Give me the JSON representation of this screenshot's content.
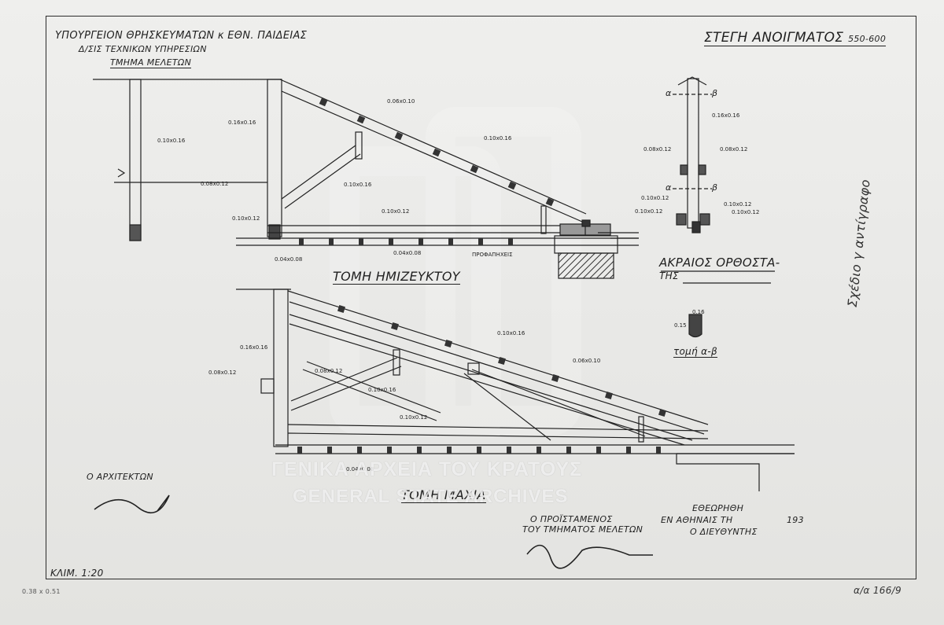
{
  "header": {
    "ministry": "ΥΠΟΥΡΓΕΙΟΝ ΘΡΗΣΚΕΥΜΑΤΩΝ κ ΕΘΝ. ΠΑΙΔΕΙΑΣ",
    "directorate": "Δ/ΣΙΣ ΤΕΧΝΙΚΩΝ ΥΠΗΡΕΣΙΩΝ",
    "department": "ΤΜΗΜΑ ΜΕΛΕΤΩΝ"
  },
  "title": {
    "main": "ΣΤΕΓΗ ΑΝΟΙΓΜΑΤΟΣ",
    "span": "550-600"
  },
  "sections": {
    "upper_title": "ΤΟΜΗ ΗΜΙΖΕΥΚΤΟΥ",
    "lower_title": "ΤΟΜΗ ΜΑΧΙΑ",
    "detail_title_line1": "ΑΚΡΑΙΟΣ ΟΡΘΟΣΤΑ-",
    "detail_title_line2": "ΤΗΣ",
    "section_ab": "τομή α-β"
  },
  "labels_upper": {
    "rafter": "0.06x0.10",
    "post": "0.16x0.16",
    "left_post": "0.10x0.16",
    "strut": "0.10x0.16",
    "brace": "0.10x0.16",
    "left_beam": "0.08x0.12",
    "tie": "0.10x0.12",
    "tie2": "0.10x0.12",
    "floor_left": "0.04x0.08",
    "floor_mid": "0.04x0.08",
    "eave": "ΠΡΟΦΑΠΗΧΕΙΣ"
  },
  "labels_lower": {
    "post": "0.16x0.16",
    "beam": "0.08x0.12",
    "strut1": "0.08x0.12",
    "strut2": "0.10x0.16",
    "rafter_upper": "0.10x0.16",
    "rafter": "0.06x0.10",
    "tie": "0.10x0.12",
    "floor": "0.04x0.08"
  },
  "labels_detail": {
    "a_top": "α",
    "b_top": "β",
    "a_mid": "α",
    "b_mid": "β",
    "post": "0.16x0.16",
    "left1": "0.08x0.12",
    "right1": "0.08x0.12",
    "left2": "0.10x0.12",
    "left3": "0.10x0.12",
    "right2": "0.10x0.12",
    "right3": "0.10x0.12",
    "section_top": "0.16",
    "section_side": "0.15"
  },
  "footer": {
    "architect": "Ο ΑΡΧΙΤΕΚΤΩΝ",
    "head_line1": "Ο ΠΡΟΪΣΤΑΜΕΝΟΣ",
    "head_line2": "ΤΟΥ ΤΜΗΜΑΤΟΣ ΜΕΛΕΤΩΝ",
    "reviewed": "ΕΘΕΩΡΗΘΗ",
    "place_date": "ΕΝ ΑΘΗΝΑΙΣ ΤΗ",
    "year": "193",
    "director": "Ο ΔΙΕΥΘΥΝΤΗΣ",
    "scale": "ΚΛΙΜ. 1:20"
  },
  "margin_notes": {
    "bottom_left": "0.38 x 0.51",
    "bottom_right": "α/α 166/9",
    "side_handwriting": "Σχέδιο γ αντίγραφο"
  },
  "watermark": {
    "line1": "ΓΕΝΙΚΑ ΑΡΧΕΙΑ ΤΟΥ ΚΡΑΤΟΥΣ",
    "line2": "GENERAL STATE ARCHIVES"
  }
}
